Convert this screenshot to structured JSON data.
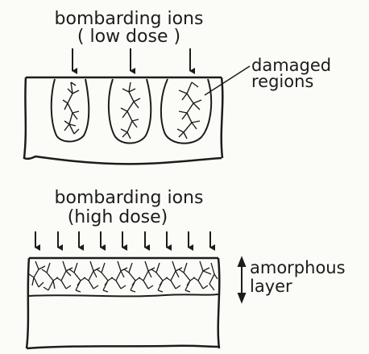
{
  "low_dose": {
    "title_line1": "bombarding ions",
    "title_line2": "( low  dose )",
    "callout_line1": "damaged",
    "callout_line2": "regions"
  },
  "high_dose": {
    "title_line1": "bombarding ions",
    "title_line2": "(high dose)",
    "callout_line1": "amorphous",
    "callout_line2": "layer"
  },
  "colors": {
    "ink": "#1c1c1c",
    "paper": "#fbfbf8"
  }
}
